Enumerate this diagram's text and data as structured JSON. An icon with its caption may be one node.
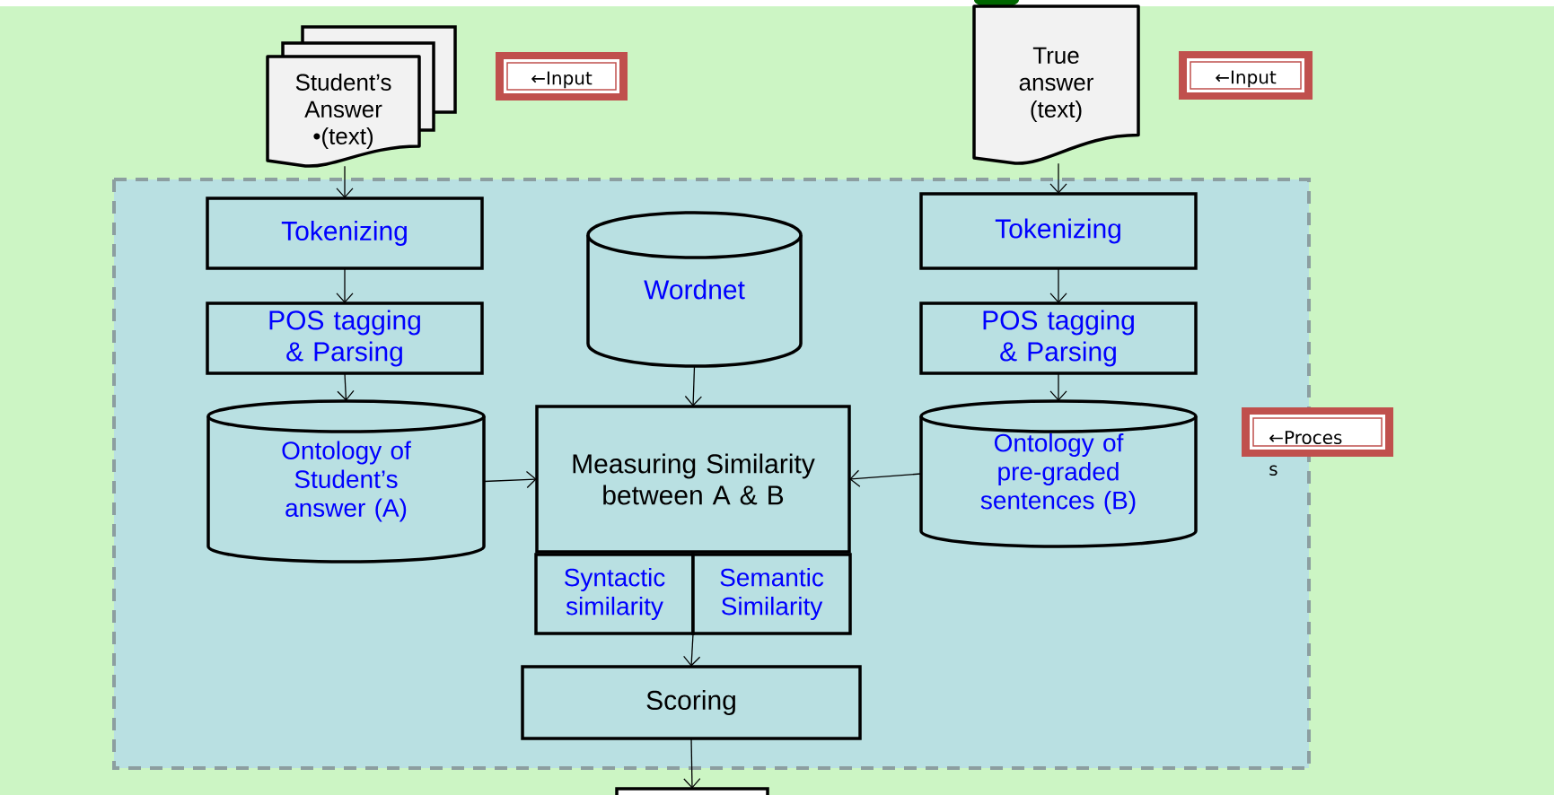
{
  "diagram": {
    "nodes": [
      {
        "text": [
          "Student’s Answer •(text)"
        ]
      },
      {
        "text": [
          "←Input"
        ]
      },
      {
        "text": [
          "True answer (text)"
        ]
      },
      {
        "text": [
          "←Input"
        ]
      },
      {
        "text": [],
        "shape": "box"
      },
      {
        "text": [
          "Tokenizing"
        ],
        "in": 4
      },
      {
        "text": [
          "Wordnet"
        ],
        "in": 4
      },
      {
        "text": [
          "Tokenizing"
        ],
        "in": 4
      },
      {
        "text": [
          "POS tagging & Parsing"
        ],
        "in": 4
      },
      {
        "text": [
          "POS tagging & Parsing"
        ],
        "in": 4
      },
      {
        "text": [
          "Ontology of Student’s answer (A)"
        ],
        "in": 4
      },
      {
        "text": [
          "Measuring Similarity between A & B"
        ],
        "in": 4
      },
      {
        "text": [
          "Ontology of pre-graded sentences (B)"
        ],
        "in": 4
      },
      {
        "text": [
          "←Proces s"
        ]
      },
      {
        "text": [
          "Syntactic similarity"
        ],
        "in": 4
      },
      {
        "text": [
          "Semantic Similarity"
        ],
        "in": 4
      },
      {
        "text": [
          "Scoring"
        ],
        "in": 4
      },
      {
        "text": [],
        "shape": "box"
      }
    ],
    "edges": [
      {
        "from": 0,
        "to": 5,
        "arrow": "to"
      },
      {
        "from": 5,
        "to": 8,
        "arrow": "to"
      },
      {
        "from": 8,
        "to": 10,
        "arrow": "to"
      },
      {
        "from": 2,
        "to": 7,
        "arrow": "to"
      },
      {
        "from": 7,
        "to": 9,
        "arrow": "to"
      },
      {
        "from": 9,
        "to": 12,
        "arrow": "to"
      },
      {
        "from": 6,
        "to": 11,
        "arrow": "to"
      },
      {
        "from": 10,
        "to": 11,
        "arrow": "to"
      },
      {
        "from": 12,
        "to": 11,
        "arrow": "to"
      },
      {
        "from": 14,
        "to": 16,
        "arrow": "to"
      },
      {
        "from": 15,
        "to": 16,
        "arrow": "to"
      },
      {
        "from": 16,
        "to": 17,
        "arrow": "to"
      }
    ]
  }
}
